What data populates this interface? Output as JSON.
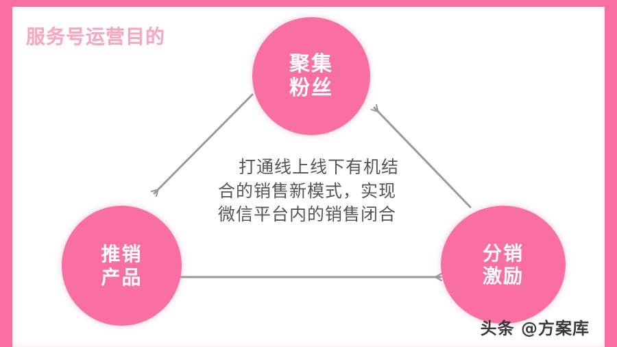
{
  "slide": {
    "title": "服务号运营目的",
    "frame_color": "#fb6ea0",
    "background_color": "#ffffff",
    "title_color": "#f5a8bf"
  },
  "diagram": {
    "node_color": "#fa6fa2",
    "node_text_color": "#ffffff",
    "arrow_color": "#9a9a9a",
    "nodes": [
      {
        "id": "gather-fans",
        "line1": "聚集",
        "line2": "粉丝"
      },
      {
        "id": "promote-products",
        "line1": "推销",
        "line2": "产品"
      },
      {
        "id": "distribution-incentive",
        "line1": "分销",
        "line2": "激励"
      }
    ],
    "center_text": "打通线上线下有机结合的销售新模式，实现微信平台内的销售闭合",
    "arrows": [
      {
        "id": "top-to-left",
        "from": "gather-fans",
        "to": "promote-products",
        "direction": "down-left"
      },
      {
        "id": "right-to-top",
        "from": "distribution-incentive",
        "to": "gather-fans",
        "direction": "up-right"
      },
      {
        "id": "left-to-right",
        "from": "promote-products",
        "to": "distribution-incentive",
        "direction": "right"
      }
    ]
  },
  "watermark": {
    "text": "头条 @方案库"
  }
}
